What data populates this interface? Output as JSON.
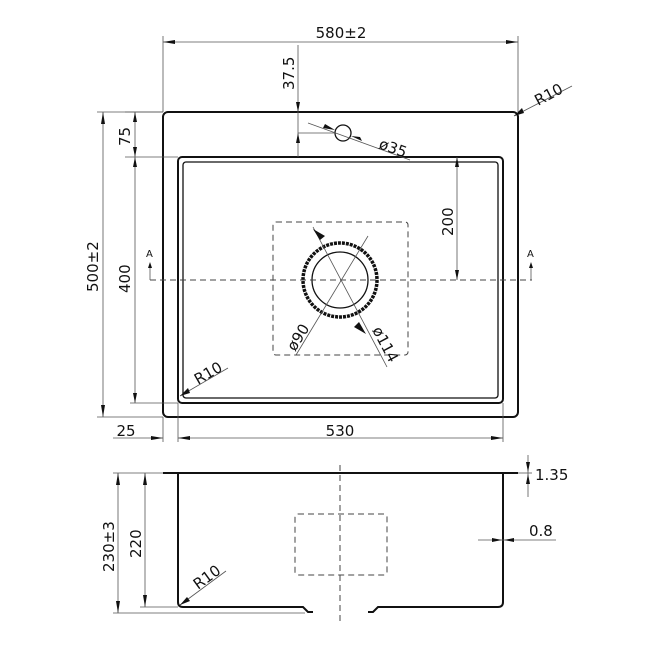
{
  "top_view": {
    "width_overall": "580±2",
    "tap_offset": "37.5",
    "tap_diameter": "ø35",
    "corner_radius_outer": "R10",
    "rim_front": "75",
    "depth_overall": "500±2",
    "bowl_depth": "400",
    "drain_offset": "200",
    "section_mark_left": "A",
    "section_mark_right": "A",
    "drain_inner_diameter": "ø90",
    "drain_outer_diameter": "ø114",
    "corner_radius_bowl": "R10",
    "rim_side": "25",
    "bowl_width": "530"
  },
  "section_view": {
    "height_overall": "230±3",
    "bowl_height": "220",
    "rim_thickness": "1.35",
    "wall_thickness": "0.8",
    "corner_radius": "R10"
  }
}
